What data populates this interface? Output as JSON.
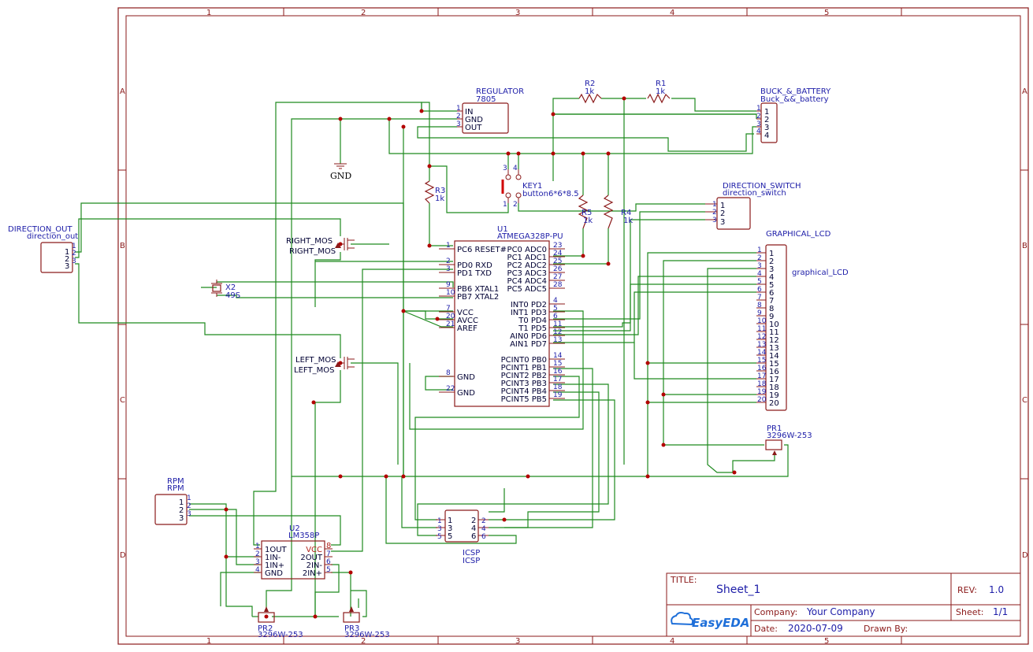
{
  "frame": {
    "columns": [
      "1",
      "2",
      "3",
      "4",
      "5"
    ],
    "rows": [
      "A",
      "B",
      "C",
      "D"
    ]
  },
  "title_block": {
    "title_label": "TITLE:",
    "title": "Sheet_1",
    "rev_label": "REV:",
    "rev": "1.0",
    "company_label": "Company:",
    "company": "Your Company",
    "sheet_label": "Sheet:",
    "sheet": "1/1",
    "date_label": "Date:",
    "date": "2020-07-09",
    "drawn_label": "Drawn By:",
    "logo_text": "EasyEDA"
  },
  "ground_label": "GND",
  "components": {
    "direction_out": {
      "ref": "DIRECTION_OUT",
      "value": "direction_out",
      "pins": [
        "1",
        "2",
        "3"
      ]
    },
    "regulator": {
      "ref": "REGULATOR",
      "value": "7805",
      "pins": [
        "IN",
        "GND",
        "OUT"
      ],
      "pin_numbers": [
        "1",
        "2",
        "3"
      ]
    },
    "buck": {
      "ref": "BUCK_&_BATTERY",
      "value": "Buck_&&_battery",
      "pins": [
        "1",
        "2",
        "3",
        "4"
      ]
    },
    "r1": {
      "ref": "R1",
      "value": "1k"
    },
    "r2": {
      "ref": "R2",
      "value": "1k"
    },
    "r3": {
      "ref": "R3",
      "value": "1k"
    },
    "r4": {
      "ref": "R4",
      "value": "1k"
    },
    "r5": {
      "ref": "R5",
      "value": "1k"
    },
    "key1": {
      "ref": "KEY1",
      "value": "button6*6*8.5",
      "pins": [
        "3",
        "4",
        "1",
        "2"
      ]
    },
    "direction_switch": {
      "ref": "DIRECTION_SWITCH",
      "value": "direction_switch",
      "pins": [
        "1",
        "2",
        "3"
      ]
    },
    "lcd": {
      "ref": "GRAPHICAL_LCD",
      "value": "graphical_LCD",
      "pins": [
        "1",
        "2",
        "3",
        "4",
        "5",
        "6",
        "7",
        "8",
        "9",
        "10",
        "11",
        "12",
        "13",
        "14",
        "15",
        "16",
        "17",
        "18",
        "19",
        "20"
      ]
    },
    "u1": {
      "ref": "U1",
      "value": "ATMEGA328P-PU",
      "left_pins": [
        {
          "num": "1",
          "name": "PC6 RESET#"
        },
        {
          "num": "2",
          "name": "PD0 RXD"
        },
        {
          "num": "3",
          "name": "PD1 TXD"
        },
        {
          "num": "9",
          "name": "PB6 XTAL1"
        },
        {
          "num": "10",
          "name": "PB7 XTAL2"
        },
        {
          "num": "7",
          "name": "VCC"
        },
        {
          "num": "20",
          "name": "AVCC"
        },
        {
          "num": "21",
          "name": "AREF"
        },
        {
          "num": "8",
          "name": "GND"
        },
        {
          "num": "22",
          "name": "GND"
        }
      ],
      "right_pins": [
        {
          "num": "23",
          "name": "PC0 ADC0"
        },
        {
          "num": "24",
          "name": "PC1 ADC1"
        },
        {
          "num": "25",
          "name": "PC2 ADC2"
        },
        {
          "num": "26",
          "name": "PC3 ADC3"
        },
        {
          "num": "27",
          "name": "PC4 ADC4"
        },
        {
          "num": "28",
          "name": "PC5 ADC5"
        },
        {
          "num": "4",
          "name": "INT0 PD2"
        },
        {
          "num": "5",
          "name": "INT1 PD3"
        },
        {
          "num": "6",
          "name": "T0 PD4"
        },
        {
          "num": "11",
          "name": "T1 PD5"
        },
        {
          "num": "12",
          "name": "AIN0 PD6"
        },
        {
          "num": "13",
          "name": "AIN1 PD7"
        },
        {
          "num": "14",
          "name": "PCINT0 PB0"
        },
        {
          "num": "15",
          "name": "PCINT1 PB1"
        },
        {
          "num": "16",
          "name": "PCINT2 PB2"
        },
        {
          "num": "17",
          "name": "PCINT3 PB3"
        },
        {
          "num": "18",
          "name": "PCINT4 PB4"
        },
        {
          "num": "19",
          "name": "PCINT5 PB5"
        }
      ]
    },
    "x2": {
      "ref": "X2",
      "value": "49S"
    },
    "right_mos": {
      "ref": "RIGHT_MOS",
      "value": "RIGHT_MOS"
    },
    "left_mos": {
      "ref": "LEFT_MOS",
      "value": "LEFT_MOS"
    },
    "pr1": {
      "ref": "PR1",
      "value": "3296W-253"
    },
    "pr2": {
      "ref": "PR2",
      "value": "3296W-253"
    },
    "pr3": {
      "ref": "PR3",
      "value": "3296W-253"
    },
    "rpm": {
      "ref": "RPM",
      "value": "RPM",
      "pins": [
        "1",
        "2",
        "3"
      ]
    },
    "u2": {
      "ref": "U2",
      "value": "LM358P",
      "left_pins": [
        {
          "num": "1",
          "name": "1OUT"
        },
        {
          "num": "2",
          "name": "1IN-"
        },
        {
          "num": "3",
          "name": "1IN+"
        },
        {
          "num": "4",
          "name": "GND"
        }
      ],
      "right_pins": [
        {
          "num": "8",
          "name": "VCC"
        },
        {
          "num": "7",
          "name": "2OUT"
        },
        {
          "num": "6",
          "name": "2IN-"
        },
        {
          "num": "5",
          "name": "2IN+"
        }
      ]
    },
    "icsp": {
      "ref": "ICSP",
      "value": "ICSP",
      "left_pins": [
        "1",
        "3",
        "5"
      ],
      "right_pins": [
        "2",
        "4",
        "6"
      ]
    }
  },
  "colors": {
    "wire": "#1f8a1f",
    "part": "#8b1a1a",
    "text": "#1d1da8",
    "junction": "#b30000"
  }
}
